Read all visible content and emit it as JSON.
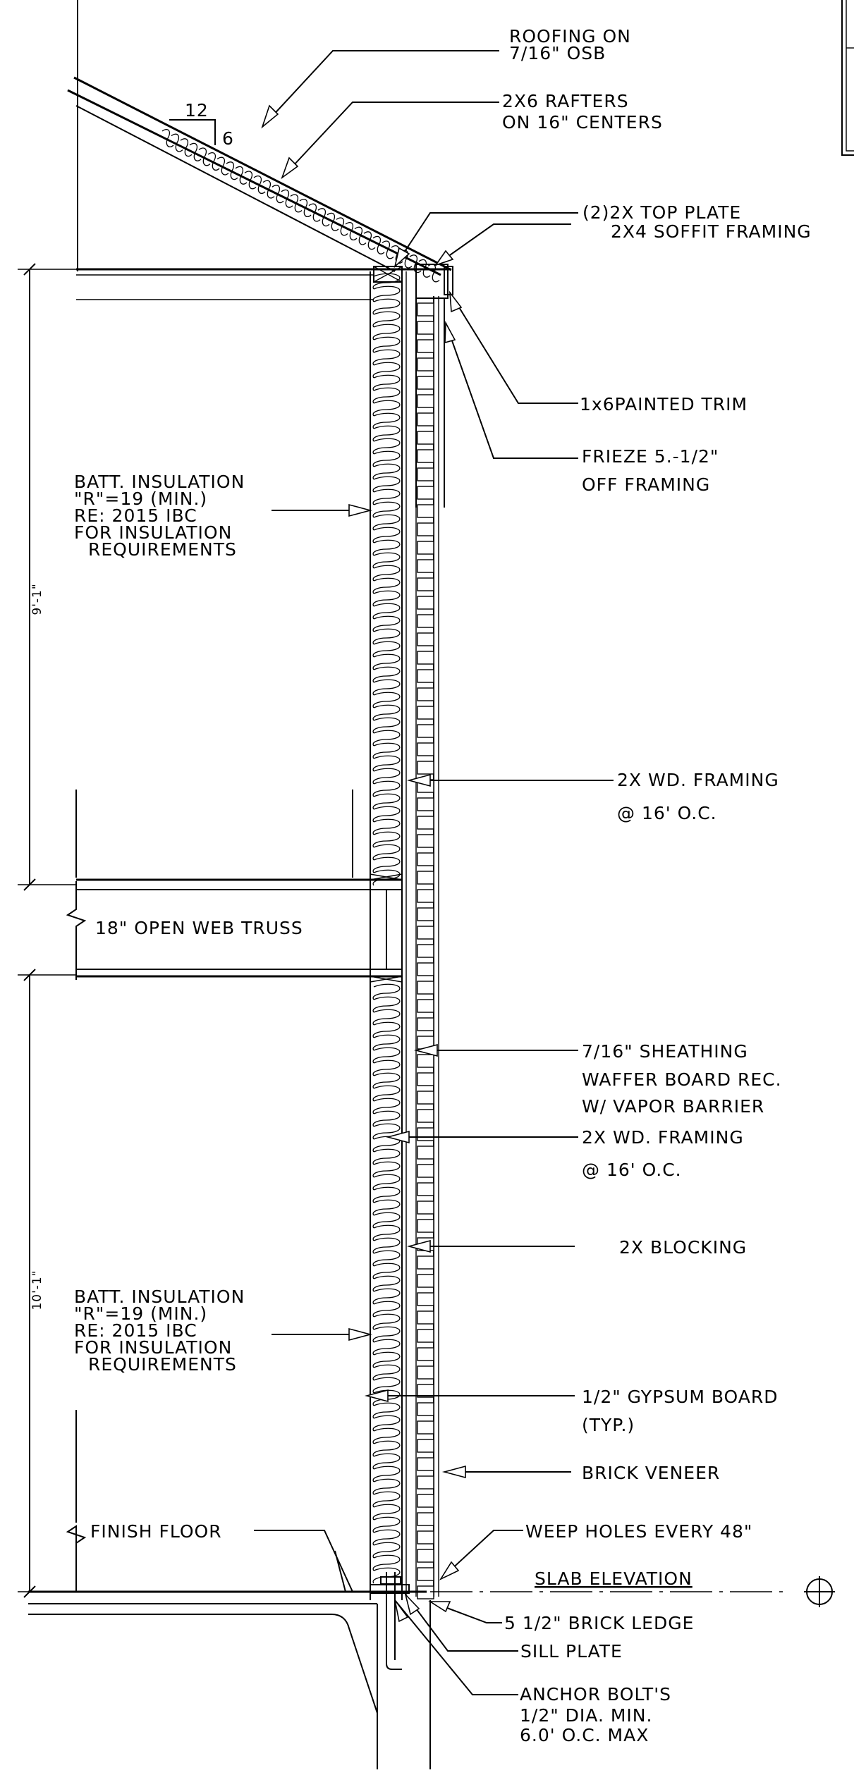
{
  "labels": {
    "roofing": [
      "ROOFING ON",
      "7/16\" OSB"
    ],
    "rafters": [
      "2X6 RAFTERS",
      "ON 16\" CENTERS"
    ],
    "pitch_run": "12",
    "pitch_rise": "6",
    "top_plate": "(2)2X TOP PLATE",
    "soffit_framing": "2X4 SOFFIT FRAMING",
    "trim": "1x6PAINTED TRIM",
    "frieze": [
      "FRIEZE 5.-1/2\"",
      "OFF FRAMING"
    ],
    "upper_insulation": [
      "BATT. INSULATION",
      "\"R\"=19 (MIN.)",
      "RE: 2015 IBC",
      "FOR INSULATION",
      "REQUIREMENTS"
    ],
    "upper_height": "9'-1\"",
    "upper_framing": [
      "2X WD. FRAMING",
      "@ 16' O.C."
    ],
    "truss": "18\" OPEN WEB TRUSS",
    "sheathing": [
      "7/16\" SHEATHING",
      "WAFFER BOARD REC.",
      "W/ VAPOR BARRIER"
    ],
    "lower_framing": [
      "2X WD. FRAMING",
      "@ 16' O.C."
    ],
    "blocking": "2X BLOCKING",
    "lower_height": "10'-1\"",
    "lower_insulation": [
      "BATT. INSULATION",
      "\"R\"=19 (MIN.)",
      "RE: 2015 IBC",
      "FOR INSULATION",
      "REQUIREMENTS"
    ],
    "gypsum": [
      "1/2\" GYPSUM BOARD",
      "(TYP.)"
    ],
    "brick_veneer": "BRICK VENEER",
    "finish_floor": "FINISH FLOOR",
    "weep_holes": "WEEP HOLES EVERY 48\"",
    "slab_elevation": "SLAB ELEVATION",
    "brick_ledge": "5 1/2\" BRICK LEDGE",
    "sill_plate": "SILL PLATE",
    "anchor_bolts": [
      "ANCHOR BOLT'S",
      "1/2\" DIA. MIN.",
      "6.0' O.C. MAX"
    ]
  }
}
